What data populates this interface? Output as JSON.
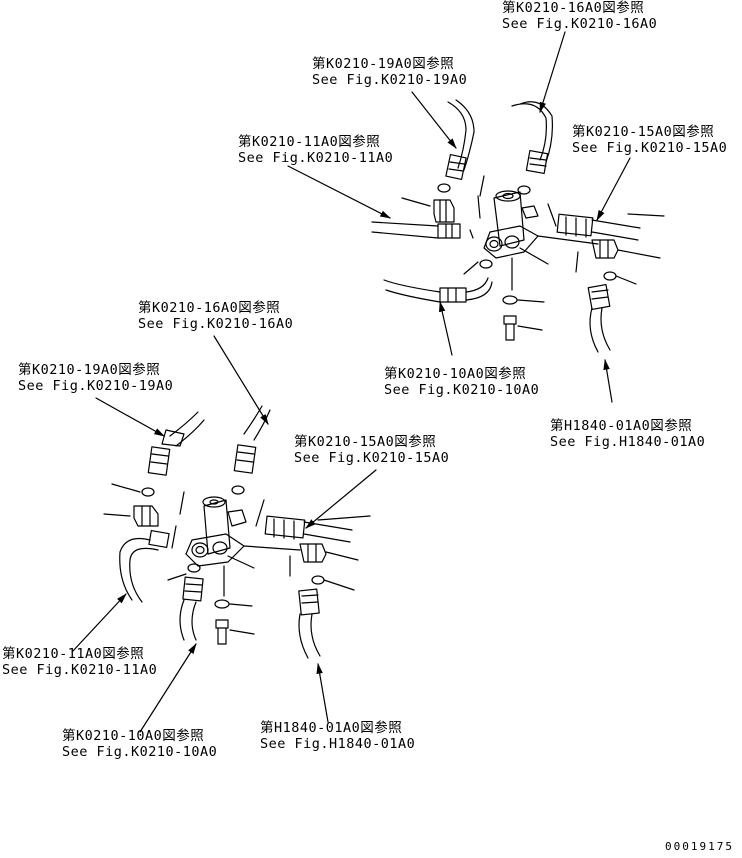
{
  "diagram": {
    "references_upper": [
      {
        "jp": "第K0210-16A0図参照",
        "en": "See Fig.K0210-16A0"
      },
      {
        "jp": "第K0210-19A0図参照",
        "en": "See Fig.K0210-19A0"
      },
      {
        "jp": "第K0210-11A0図参照",
        "en": "See Fig.K0210-11A0"
      },
      {
        "jp": "第K0210-15A0図参照",
        "en": "See Fig.K0210-15A0"
      },
      {
        "jp": "第K0210-10A0図参照",
        "en": "See Fig.K0210-10A0"
      },
      {
        "jp": "第H1840-01A0図参照",
        "en": "See Fig.H1840-01A0"
      }
    ],
    "references_lower": [
      {
        "jp": "第K0210-16A0図参照",
        "en": "See Fig.K0210-16A0"
      },
      {
        "jp": "第K0210-19A0図参照",
        "en": "See Fig.K0210-19A0"
      },
      {
        "jp": "第K0210-15A0図参照",
        "en": "See Fig.K0210-15A0"
      },
      {
        "jp": "第K0210-11A0図参照",
        "en": "See Fig.K0210-11A0"
      },
      {
        "jp": "第K0210-10A0図参照",
        "en": "See Fig.K0210-10A0"
      },
      {
        "jp": "第H1840-01A0図参照",
        "en": "See Fig.H1840-01A0"
      }
    ],
    "document_number": "00019175"
  }
}
